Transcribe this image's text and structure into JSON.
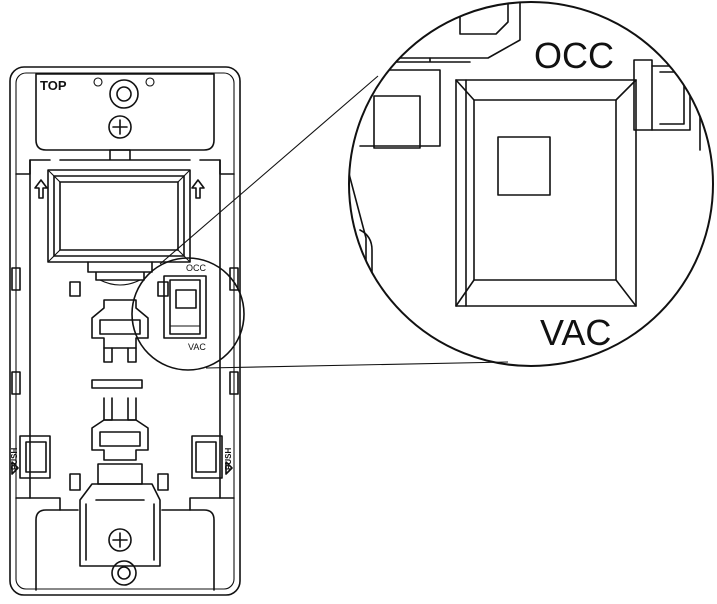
{
  "labels": {
    "top": "TOP",
    "occ_small": "OCC",
    "vac_small": "VAC",
    "occ_large": "OCC",
    "vac_large": "VAC",
    "push_left": "PUSH",
    "push_right": "PUSH"
  },
  "icons": {
    "up_arrow": "up-arrow-icon",
    "screw": "screw-icon",
    "push_arrow": "push-arrow-icon"
  },
  "colors": {
    "line": "#111111",
    "background": "#ffffff"
  }
}
